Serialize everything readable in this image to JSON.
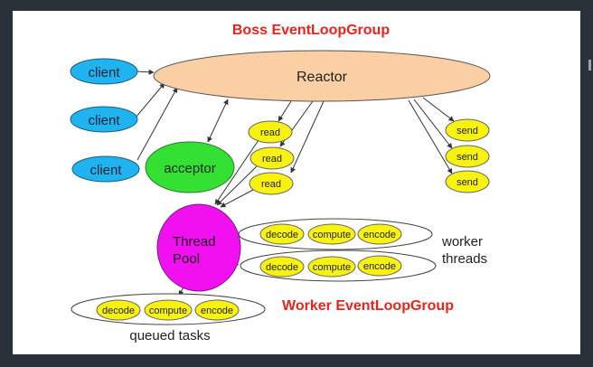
{
  "diagram": {
    "boss_title": "Boss EventLoopGroup",
    "worker_title": "Worker EventLoopGroup",
    "reactor": "Reactor",
    "clients": [
      "client",
      "client",
      "client"
    ],
    "acceptor": "acceptor",
    "reads": [
      "read",
      "read",
      "read"
    ],
    "sends": [
      "send",
      "send",
      "send"
    ],
    "thread_pool": [
      "Thread",
      "Pool"
    ],
    "worker_rows": [
      [
        "decode",
        "compute",
        "encode"
      ],
      [
        "decode",
        "compute",
        "encode"
      ]
    ],
    "worker_threads_label": [
      "worker",
      "threads"
    ],
    "queued_row": [
      "decode",
      "compute",
      "encode"
    ],
    "queued_label": "queued tasks"
  },
  "colors": {
    "title_red": "#e8241c",
    "reactor_fill": "#f9cfa3",
    "client_fill": "#1fb4f0",
    "acceptor_fill": "#34e034",
    "pill_fill": "#f7f20f",
    "thread_pool_fill": "#f110f0",
    "background": "#2b3138"
  }
}
